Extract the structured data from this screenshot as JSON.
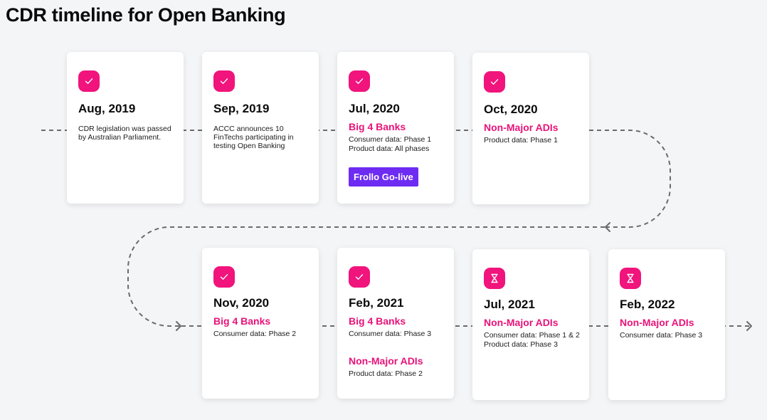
{
  "title": "CDR timeline for Open Banking",
  "colors": {
    "accent": "#f0147c",
    "button": "#6e2cf2",
    "connector": "#6b6b6b"
  },
  "milestones": [
    {
      "date": "Aug, 2019",
      "status": "check-icon",
      "description": "CDR legislation was passed by Australian Parliament."
    },
    {
      "date": "Sep, 2019",
      "status": "check-icon",
      "description": "ACCC announces 10 FinTechs participating in testing Open Banking"
    },
    {
      "date": "Jul, 2020",
      "status": "check-icon",
      "groups": [
        {
          "heading": "Big 4 Banks",
          "lines": [
            "Consumer data: Phase 1",
            "Product data: All phases"
          ]
        }
      ],
      "button": "Frollo Go-live"
    },
    {
      "date": "Oct, 2020",
      "status": "check-icon",
      "groups": [
        {
          "heading": "Non-Major ADIs",
          "lines": [
            "Product data: Phase 1"
          ]
        }
      ]
    },
    {
      "date": "Nov, 2020",
      "status": "check-icon",
      "groups": [
        {
          "heading": "Big 4 Banks",
          "lines": [
            "Consumer data: Phase 2"
          ]
        }
      ]
    },
    {
      "date": "Feb, 2021",
      "status": "check-icon",
      "groups": [
        {
          "heading": "Big 4 Banks",
          "lines": [
            "Consumer data: Phase 3"
          ]
        },
        {
          "heading": "Non-Major ADIs",
          "lines": [
            "Product data: Phase 2"
          ]
        }
      ]
    },
    {
      "date": "Jul, 2021",
      "status": "hourglass-icon",
      "groups": [
        {
          "heading": "Non-Major ADIs",
          "lines": [
            "Consumer data: Phase 1 & 2",
            "Product data: Phase 3"
          ]
        }
      ]
    },
    {
      "date": "Feb, 2022",
      "status": "hourglass-icon",
      "groups": [
        {
          "heading": "Non-Major ADIs",
          "lines": [
            "Consumer data: Phase 3"
          ]
        }
      ]
    }
  ]
}
